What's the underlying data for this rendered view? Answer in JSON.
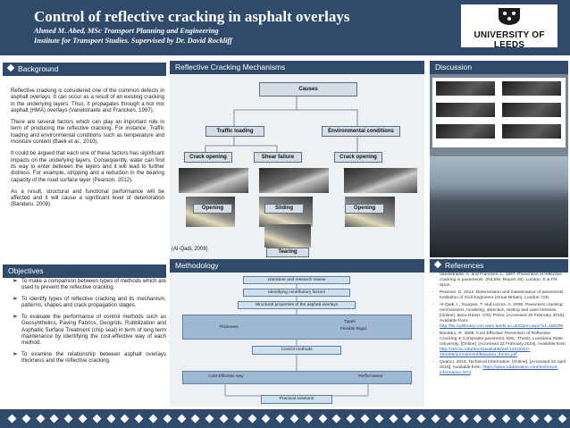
{
  "header": {
    "title": "Control of reflective cracking in asphalt overlays",
    "subtitle_1": "Ahmed M. Abed, MSc Transport Planning and Engineering",
    "subtitle_2": "Institute for Transport Studies. Supervised by Dr. David Rockliff",
    "logo_text": "UNIVERSITY OF LEEDS"
  },
  "background": {
    "heading": "Background",
    "paragraphs": [
      "Reflective cracking is considered one of the common defects in asphalt overlays. It can occur as a result of an existing cracking in the underlying layers. Thus, it propagates through a hot mix asphalt (HMA) overlays (Vanelstraete and Francken, 1997).",
      "There are several factors which can play an important role in term of producing the reflective cracking. For instance, Traffic loading and environmental conditions such as temperature and moisture content (Baek et al., 2010).",
      " It could be argued that each one of these factors has significant impacts on the underlying layers. Consequently, water can find its way to enter between the layers and it will lead to further distress. For example, stripping and a reduction in the bearing capacity of the road surface layer (Pearson, 2012).",
      "As a result, structural and functional performance will be affected and it will cause a significant level of deterioration (Bandaru, 2008)."
    ]
  },
  "objectives": {
    "heading": "Objectives",
    "items": [
      "To make a comparison between types of methods which are used to prevent the reflective cracking.",
      "To identify types of reflective cracking and its mechanism, patterns, shapes and crack propagation stages.",
      "To evaluate the performance of control methods such as Geosynthetics, Paving Fabrics, Geogrids, Rubblization and Asphaltic Surface Treatment (chip seal) in term of long term maintenance by identifying the cost-effective way of each method.",
      "To examine the relationship between asphalt overlays thickness and the reflective cracking."
    ]
  },
  "mechanisms": {
    "heading": "Reflective Cracking Mechanisms",
    "causes": "Causes",
    "traffic": "Traffic loading",
    "environmental": "Environmental conditions",
    "crack_opening_1": "Crack opening",
    "shear_failure": "Shear failure",
    "crack_opening_2": "Crack opening",
    "opening_1": "Opening",
    "sliding": "Sliding",
    "opening_2": "Opening",
    "tearing": "Tearing",
    "caption": "(Al-Qadi, 2008)"
  },
  "methodology": {
    "heading": "Methodology",
    "lit_review": "Literature and research review",
    "contributory": "Identifying contributory factors",
    "structural": "Structural properties of the asphalt overlays",
    "thickness": "Thickness",
    "types": "Types",
    "flexible_rigid": "Flexible Rigid",
    "control_methods": "Control methods",
    "cost_effective": "Cost-Effective way",
    "performance": "Performance",
    "practical": "Practical solutions"
  },
  "discussion": {
    "heading": "Discussion"
  },
  "references": {
    "heading": "References",
    "items": [
      {
        "text": "Vanelstraete, A. and Francken, L. 1997. Prevention of reflective cracking in pavements. (RILEM, Report 18). London: E & FN Spon.",
        "link": ""
      },
      {
        "text": "Pearson, D. 2012. Deterioration and maintenance of pavements. Institution of Civil Engineers (Great Britain). London: ICE.",
        "link": ""
      },
      {
        "text": "Al-Qadi, I., Scarpas, T. and Loizos, A. 2008. Pavement cracking: mechanisms, modeling, detection, testing and case histories. [Online]. Boca Raton: CRC Press. [Accessed 20 February 2016]. Available from:",
        "link": "http://lib.myilibrary.com.wam.leeds.ac.uk/Open.aspx?id=169209"
      },
      {
        "text": "Bandaru, R. 2008. Cost Effective Prevention of Reflective Cracking in Composite pavement. MSc. Thesis. Louisiana State University. [Online]. [Accessed 22 February 2016]. Available from:",
        "link": "http://etd.lsu.edu/docs/available/etd-11032010-164406/unrestricted/Bandaru_thesis.pdf"
      },
      {
        "text": "Quarco. 2016. Technical Information. [Online]. [Accessed 15 April 2016]. Available from:",
        "link": "https://www.rubblization.com/technical-information.html"
      }
    ]
  },
  "colors": {
    "primary": "#2f4a6a",
    "link": "#2c5ea8"
  }
}
